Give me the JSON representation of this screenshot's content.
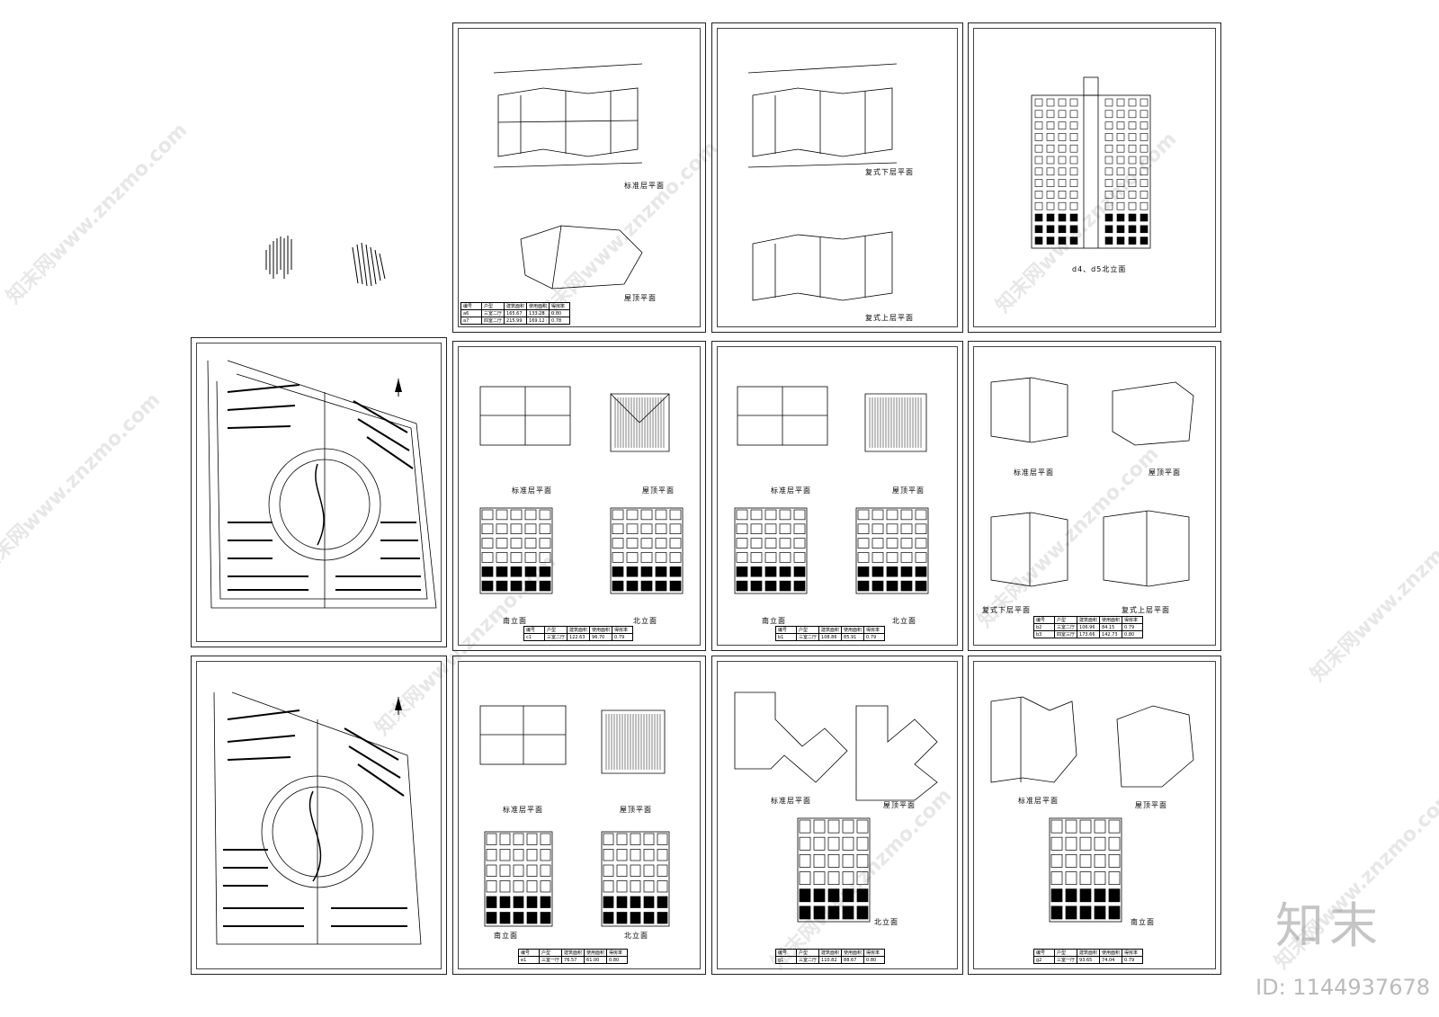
{
  "sheets": {
    "s1": {
      "plan_top": "标准层平面",
      "roof": "屋顶平面",
      "table": [
        [
          "编号",
          "户型",
          "建筑面积",
          "使用面积",
          "得房率"
        ],
        [
          "a6",
          "三室二厅",
          "165.67",
          "133.28",
          "0.80"
        ],
        [
          "a7",
          "四室二厅",
          "215.99",
          "169.12",
          "0.78"
        ]
      ]
    },
    "s2": {
      "plan_lower": "复式下层平面",
      "plan_upper": "复式上层平面"
    },
    "s3": {
      "elevation": "d4、d5北立面"
    },
    "s5": {
      "plan": "标准层平面",
      "roof": "屋顶平面",
      "south": "南立面",
      "north": "北立面",
      "table": [
        [
          "编号",
          "户型",
          "建筑面积",
          "使用面积",
          "得房率"
        ],
        [
          "c1",
          "三室二厅",
          "122.63",
          "96.70",
          "0.79"
        ]
      ]
    },
    "s6": {
      "plan": "标准层平面",
      "roof": "屋顶平面",
      "south": "南立面",
      "north": "北立面",
      "table": [
        [
          "编号",
          "户型",
          "建筑面积",
          "使用面积",
          "得房率"
        ],
        [
          "b1",
          "三室二厅",
          "108.86",
          "85.91",
          "0.79"
        ]
      ]
    },
    "s7": {
      "plan": "标准层平面",
      "roof": "屋顶平面",
      "lower": "复式下层平面",
      "upper": "复式上层平面",
      "table": [
        [
          "编号",
          "户型",
          "建筑面积",
          "使用面积",
          "得房率"
        ],
        [
          "b2",
          "三室二厅",
          "106.96",
          "84.15",
          "0.79"
        ],
        [
          "b3",
          "四室三厅",
          "173.66",
          "142.73",
          "0.80"
        ]
      ]
    },
    "s9": {
      "plan": "标准层平面",
      "roof": "屋顶平面",
      "south": "南立面",
      "north": "北立面",
      "table": [
        [
          "编号",
          "户型",
          "建筑面积",
          "使用面积",
          "得房率"
        ],
        [
          "e1",
          "三室一厅",
          "76.57",
          "61.00",
          "0.80"
        ]
      ]
    },
    "s10": {
      "plan": "标准层平面",
      "roof": "屋顶平面",
      "north": "北立面",
      "table": [
        [
          "编号",
          "户型",
          "建筑面积",
          "使用面积",
          "得房率"
        ],
        [
          "g1",
          "三室二厅",
          "110.82",
          "88.67",
          "0.80"
        ]
      ]
    },
    "s11": {
      "plan": "标准层平面",
      "roof": "屋顶平面",
      "south": "南立面",
      "table": [
        [
          "编号",
          "户型",
          "建筑面积",
          "使用面积",
          "得房率"
        ],
        [
          "g2",
          "三室一厅",
          "93.65",
          "74.04",
          "0.79"
        ]
      ]
    }
  },
  "watermark": "知末网www.znzmo.com",
  "brand": "知末",
  "id_text": "ID: 1144937678",
  "colors": {
    "line": "#000000",
    "watermark": "#9a9a9a"
  }
}
